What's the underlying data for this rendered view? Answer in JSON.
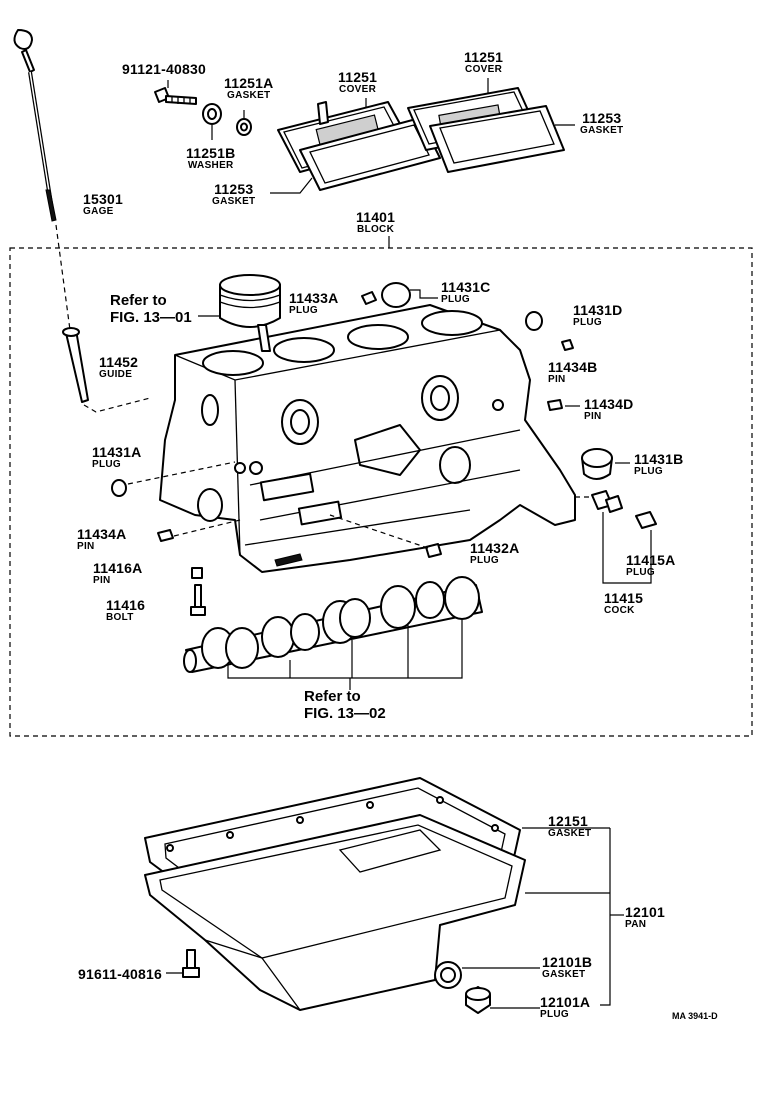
{
  "figure_code": "MA 3941-D",
  "labels": {
    "bolt_91121": {
      "num": "91121-40830"
    },
    "gasket_11251a": {
      "num": "11251A",
      "sub": "GASKET"
    },
    "cover_11251_left": {
      "num": "11251",
      "sub": "COVER"
    },
    "cover_11251_right": {
      "num": "11251",
      "sub": "COVER"
    },
    "gasket_11253_right": {
      "num": "11253",
      "sub": "GASKET"
    },
    "washer_11251b": {
      "num": "11251B",
      "sub": "WASHER"
    },
    "gasket_11253_left": {
      "num": "11253",
      "sub": "GASKET"
    },
    "gage_15301": {
      "num": "15301",
      "sub": "GAGE"
    },
    "block_11401": {
      "num": "11401",
      "sub": "BLOCK"
    },
    "plug_11431c": {
      "num": "11431C",
      "sub": "PLUG"
    },
    "plug_11433a": {
      "num": "11433A",
      "sub": "PLUG"
    },
    "plug_11431d": {
      "num": "11431D",
      "sub": "PLUG"
    },
    "guide_11452": {
      "num": "11452",
      "sub": "GUIDE"
    },
    "pin_11434b": {
      "num": "11434B",
      "sub": "PIN"
    },
    "pin_11434d": {
      "num": "11434D",
      "sub": "PIN"
    },
    "plug_11431a": {
      "num": "11431A",
      "sub": "PLUG"
    },
    "plug_11431b": {
      "num": "11431B",
      "sub": "PLUG"
    },
    "pin_11434a": {
      "num": "11434A",
      "sub": "PIN"
    },
    "plug_11432a": {
      "num": "11432A",
      "sub": "PLUG"
    },
    "plug_11415a": {
      "num": "11415A",
      "sub": "PLUG"
    },
    "pin_11416a": {
      "num": "11416A",
      "sub": "PIN"
    },
    "cock_11415": {
      "num": "11415",
      "sub": "COCK"
    },
    "bolt_11416": {
      "num": "11416",
      "sub": "BOLT"
    },
    "gasket_12151": {
      "num": "12151",
      "sub": "GASKET"
    },
    "pan_12101": {
      "num": "12101",
      "sub": "PAN"
    },
    "bolt_91611": {
      "num": "91611-40816"
    },
    "gasket_12101b": {
      "num": "12101B",
      "sub": "GASKET"
    },
    "plug_12101a": {
      "num": "12101A",
      "sub": "PLUG"
    }
  },
  "references": {
    "fig_13_01": {
      "line1": "Refer to",
      "line2": "FIG. 13—01"
    },
    "fig_13_02": {
      "line1": "Refer to",
      "line2": "FIG. 13—02"
    }
  }
}
